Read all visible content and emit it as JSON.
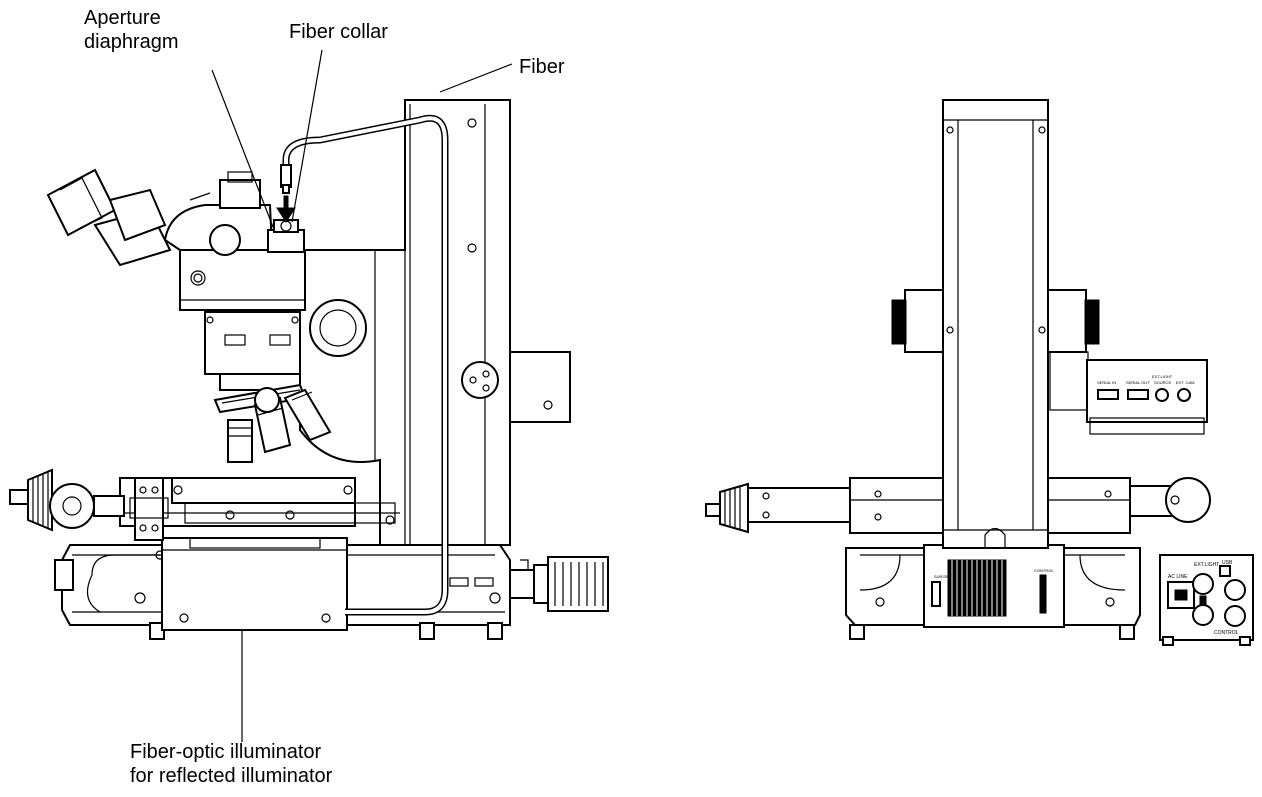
{
  "labels": {
    "aperture_diaphragm_line1": "Aperture",
    "aperture_diaphragm_line2": "diaphragm",
    "fiber_collar": "Fiber collar",
    "fiber": "Fiber",
    "illuminator_line1": "Fiber-optic illuminator",
    "illuminator_line2": "for reflected illuminator"
  },
  "panel_text": {
    "serial_in": "SERIAL IN",
    "serial_out": "SERIAL OUT",
    "ext_light": "EXT.LIGHT",
    "source": "SOURCE",
    "ext_cam": "EXT. CAM",
    "surge": "SURGE",
    "control": "CONTROL",
    "ac_line": "AC LINE",
    "usb": "USB"
  },
  "icons": [
    "insertion-arrow-icon",
    "knob-icon"
  ]
}
